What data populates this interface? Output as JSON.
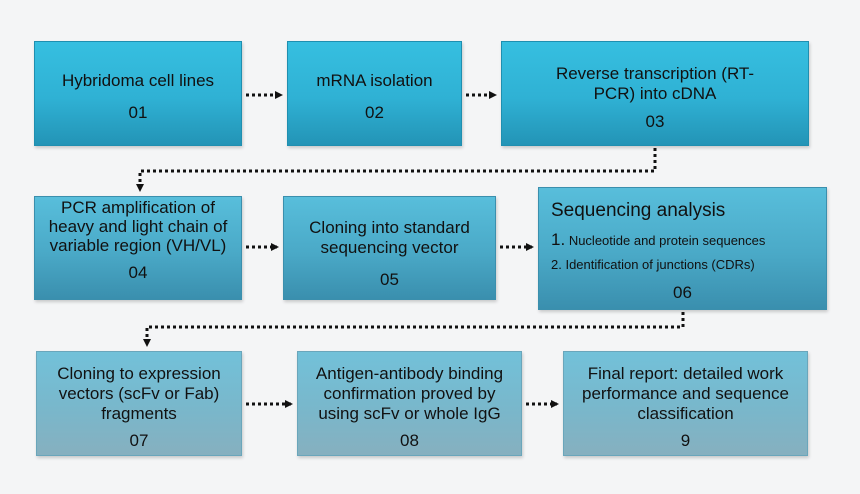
{
  "steps": [
    {
      "title": "Hybridoma cell lines",
      "number": "01"
    },
    {
      "title": "mRNA isolation",
      "number": "02"
    },
    {
      "title": "Reverse transcription (RT-PCR) into cDNA",
      "number": "03"
    },
    {
      "title": "PCR amplification of heavy and light chain of variable region (VH/VL)",
      "number": "04"
    },
    {
      "title": "Cloning into standard sequencing vector",
      "number": "05"
    },
    {
      "title": "Sequencing analysis",
      "item1_num": "1.",
      "item1_text": "Nucleotide and protein sequences",
      "item2": "2. Identification of junctions (CDRs)",
      "number": "06"
    },
    {
      "title": "Cloning to expression vectors  (scFv or Fab) fragments",
      "number": "07"
    },
    {
      "title": "Antigen-antibody binding confirmation  proved by using  scFv or whole IgG",
      "number": "08"
    },
    {
      "title": "Final report: detailed work performance and sequence classification",
      "number": "9"
    }
  ],
  "colors": {
    "row1": "#2fb1d4",
    "row2": "#4aa9c7",
    "row3": "#79b7cb",
    "arrow": "#111111"
  }
}
